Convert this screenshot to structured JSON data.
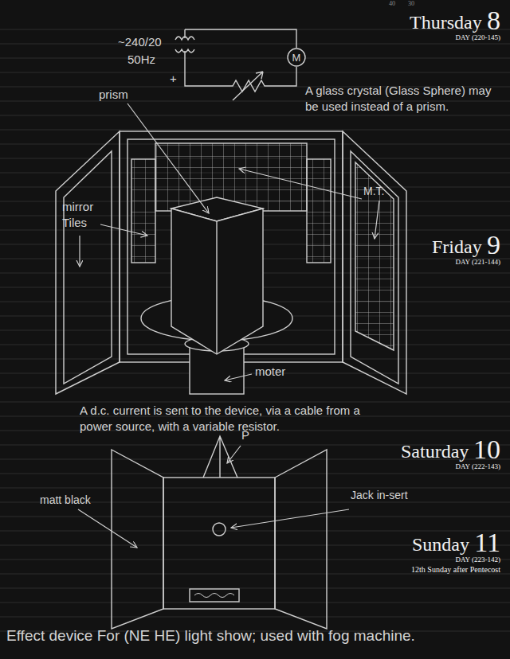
{
  "diagram": {
    "caption": "Effect device For (NE HE) light show; used with fog machine.",
    "nodes": [
      {
        "text": [
          "M"
        ]
      }
    ],
    "labels": [
      "40",
      "30",
      "Thursday",
      "8",
      "DAY (220-145)",
      "~240/20",
      "50Hz",
      "+",
      "prism",
      "A glass crystal (Glass Sphere) may be used instead of a prism.",
      "M.T.",
      "mirror Tiles",
      "Friday",
      "9",
      "DAY (221-144)",
      "moter",
      "A d.c. current is sent to the device, via a cable from a power source, with a variable resistor.",
      "Saturday",
      "10",
      "DAY (222-143)",
      "P",
      "matt black",
      "Jack in-sert",
      "Sunday",
      "11",
      "DAY (223-142)",
      "12th Sunday after Pentecost"
    ]
  }
}
